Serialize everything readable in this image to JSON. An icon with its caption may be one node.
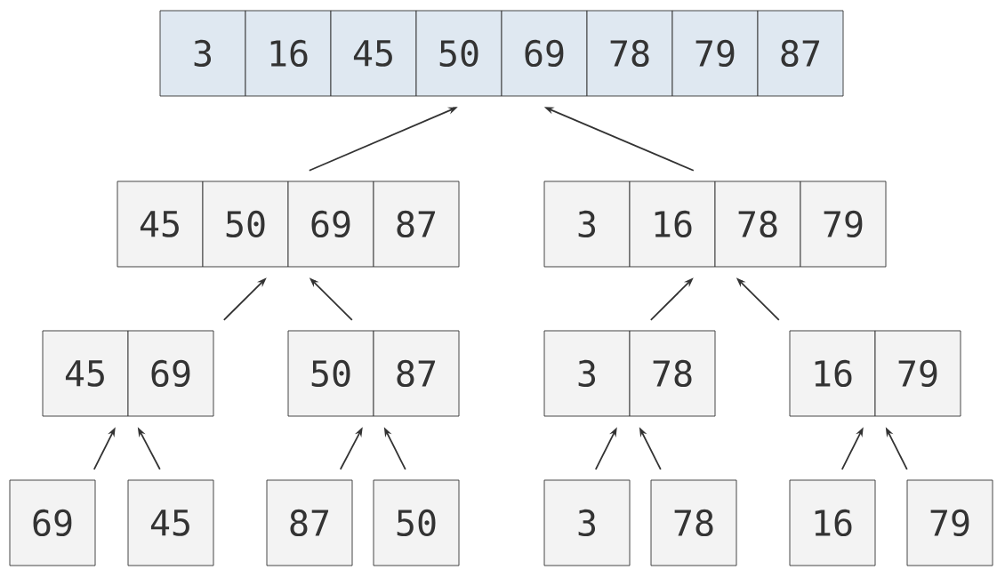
{
  "diagram": {
    "nodes": [
      {
        "text": [
          "3",
          "16",
          "45",
          "50",
          "69",
          "78",
          "79",
          "87"
        ]
      },
      {
        "text": [
          "45",
          "50",
          "69",
          "87"
        ]
      },
      {
        "text": [
          "3",
          "16",
          "78",
          "79"
        ]
      },
      {
        "text": [
          "45",
          "69"
        ]
      },
      {
        "text": [
          "50",
          "87"
        ]
      },
      {
        "text": [
          "3",
          "78"
        ]
      },
      {
        "text": [
          "16",
          "79"
        ]
      },
      {
        "text": [
          "69"
        ]
      },
      {
        "text": [
          "45"
        ]
      },
      {
        "text": [
          "87"
        ]
      },
      {
        "text": [
          "50"
        ]
      },
      {
        "text": [
          "3"
        ]
      },
      {
        "text": [
          "78"
        ]
      },
      {
        "text": [
          "16"
        ]
      },
      {
        "text": [
          "79"
        ]
      }
    ],
    "edges": [
      {
        "from": 1,
        "to": 0,
        "arrow": "to"
      },
      {
        "from": 2,
        "to": 0,
        "arrow": "to"
      },
      {
        "from": 3,
        "to": 1,
        "arrow": "to"
      },
      {
        "from": 4,
        "to": 1,
        "arrow": "to"
      },
      {
        "from": 5,
        "to": 2,
        "arrow": "to"
      },
      {
        "from": 6,
        "to": 2,
        "arrow": "to"
      },
      {
        "from": 7,
        "to": 3,
        "arrow": "to"
      },
      {
        "from": 8,
        "to": 3,
        "arrow": "to"
      },
      {
        "from": 9,
        "to": 4,
        "arrow": "to"
      },
      {
        "from": 10,
        "to": 4,
        "arrow": "to"
      },
      {
        "from": 11,
        "to": 5,
        "arrow": "to"
      },
      {
        "from": 12,
        "to": 5,
        "arrow": "to"
      },
      {
        "from": 13,
        "to": 6,
        "arrow": "to"
      },
      {
        "from": 14,
        "to": 6,
        "arrow": "to"
      }
    ]
  }
}
